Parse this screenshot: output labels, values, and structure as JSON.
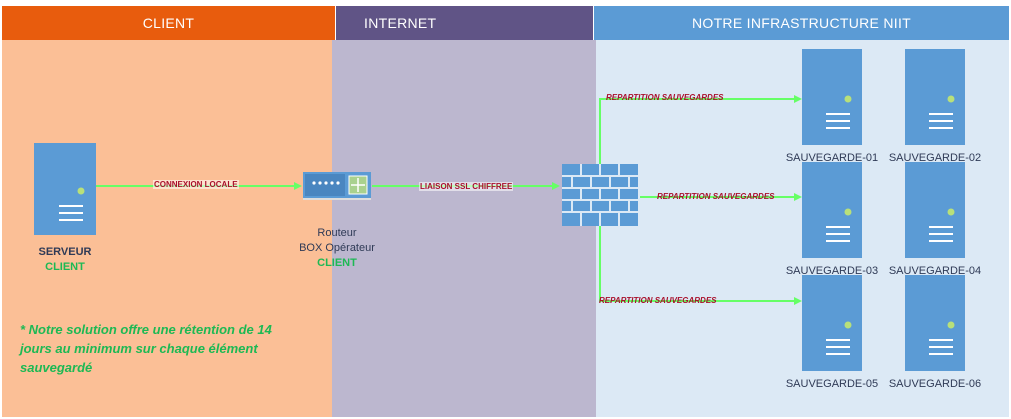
{
  "zones": {
    "client": {
      "title": "CLIENT"
    },
    "internet": {
      "title": "INTERNET"
    },
    "infra": {
      "title": "NOTRE INFRASTRUCTURE NIIT"
    }
  },
  "client_server": {
    "line1": "SERVEUR",
    "line2": "CLIENT"
  },
  "router": {
    "line1": "Routeur",
    "line2": "BOX Opérateur",
    "line3": "CLIENT"
  },
  "links": {
    "local": "CONNEXION LOCALE",
    "ssl": "LIAISON SSL CHIFFREE",
    "rep1": "REPARTITION SAUVEGARDES",
    "rep2": "REPARTITION SAUVEGARDES",
    "rep3": "REPARTITION SAUVEGARDES"
  },
  "backups": [
    "SAUVEGARDE-01",
    "SAUVEGARDE-02",
    "SAUVEGARDE-03",
    "SAUVEGARDE-04",
    "SAUVEGARDE-05",
    "SAUVEGARDE-06"
  ],
  "note": {
    "line1": "* Notre solution offre une rétention de 14",
    "line2": "jours au minimum sur chaque élément",
    "line3": "sauvegardé"
  },
  "colors": {
    "client_header": "#e85c0d",
    "client_bg": "#fbbf96",
    "internet_header": "#605486",
    "internet_bg": "#bcb7cf",
    "infra_header": "#5b9bd5",
    "infra_bg": "#dce9f5",
    "server": "#5b9bd5",
    "link": "#66ff66",
    "green_text": "#1db954"
  }
}
